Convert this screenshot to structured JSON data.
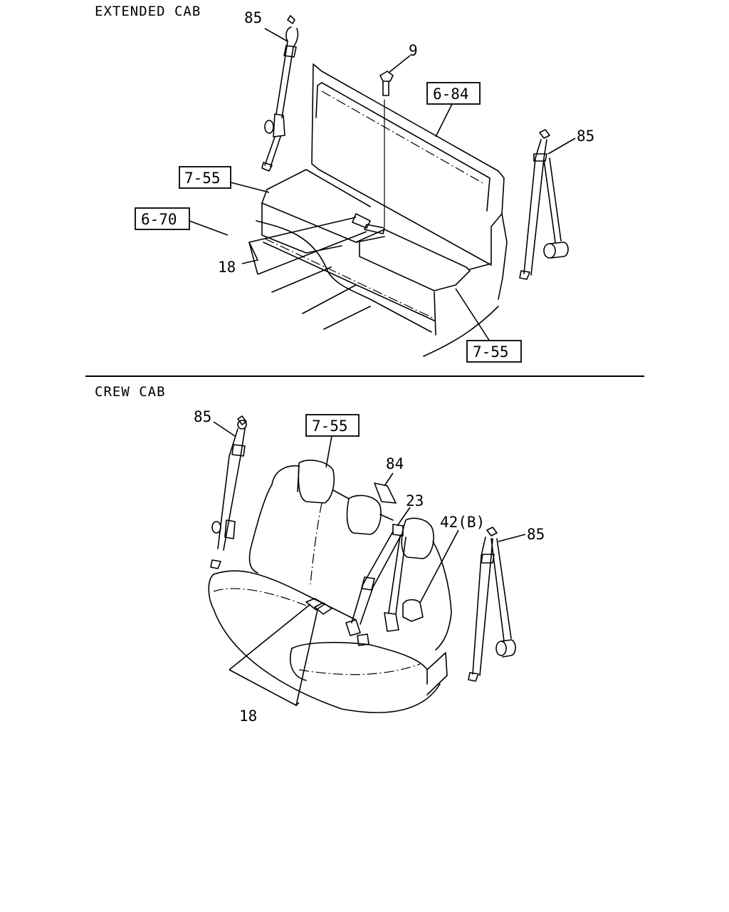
{
  "sections": {
    "extended": {
      "title": "EXTENDED CAB",
      "callouts": {
        "belt_left": "85",
        "bolt": "9",
        "ref_back": "6-84",
        "belt_right": "85",
        "ref_seat_top": "7-55",
        "ref_floor": "6-70",
        "buckle": "18",
        "ref_seat_bottom": "7-55"
      }
    },
    "crew": {
      "title": "CREW CAB",
      "callouts": {
        "belt_left": "85",
        "ref_seat": "7-55",
        "cover": "84",
        "center_belt": "23",
        "anchor": "42(B)",
        "belt_right": "85",
        "buckle": "18"
      }
    }
  }
}
